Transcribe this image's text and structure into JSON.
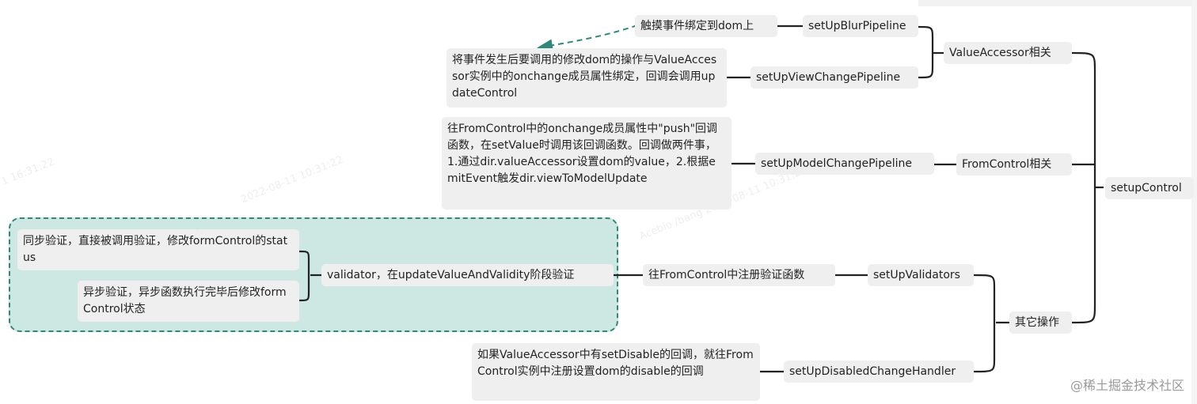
{
  "nodes": {
    "root": "setupControl",
    "value_accessor": "ValueAccessor相关",
    "from_control": "FromControl相关",
    "other_ops": "其它操作",
    "blur_pipeline": "setUpBlurPipeline",
    "blur_desc": "触摸事件绑定到dom上",
    "view_change_pipeline": "setUpViewChangePipeline",
    "view_change_desc": "将事件发生后要调用的修改dom的操作与ValueAccessor实例中的onchange成员属性绑定，回调会调用updateControl",
    "model_change_pipeline": "setUpModelChangePipeline",
    "model_change_desc": "往FromControl中的onchange成员属性中\"push\"回调函数，在setValue时调用该回调函数。回调做两件事，1.通过dir.valueAccessor设置dom的value，2.根据emitEvent触发dir.viewToModelUpdate",
    "validators": "setUpValidators",
    "validators_desc": "往FromControl中注册验证函数",
    "validator": "validator，在updateValueAndValidity阶段验证",
    "sync_validation": "同步验证，直接被调用验证，修改formControl的status",
    "async_validation": "异步验证，异步函数执行完毕后修改formControl状态",
    "disabled_handler": "setUpDisabledChangeHandler",
    "disabled_desc": "如果ValueAccessor中有setDisable的回调，就往FromControl实例中注册设置dom的disable的回调"
  },
  "footer": "@稀土掘金技术社区",
  "colors": {
    "node_bg": "#efefef",
    "connector": "#222222",
    "dashed_arrow": "#2e8a78",
    "group_bg": "#cde8e3"
  }
}
